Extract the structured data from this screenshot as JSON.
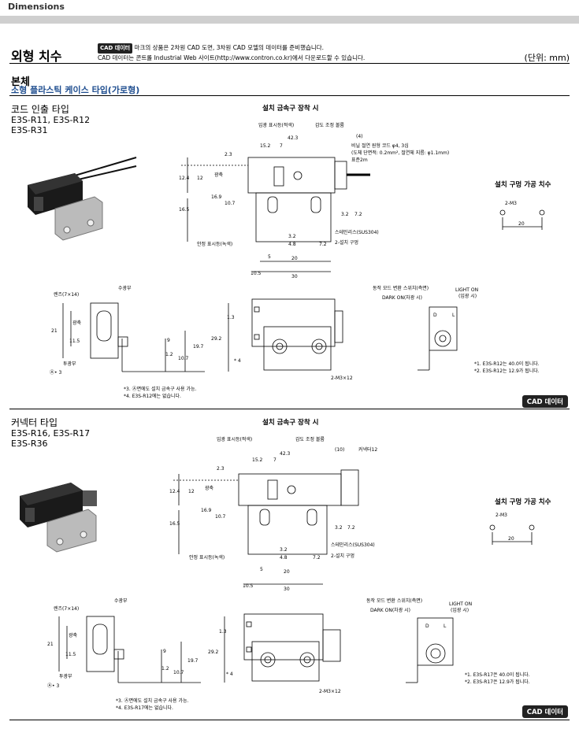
{
  "header": {
    "title": "Dimensions"
  },
  "heading": {
    "title": "외형 치수",
    "badge": "CAD 데이터",
    "note_line1": "마크의 상품은 2차원 CAD 도면, 3차원 CAD 모델의 데이터를 준비했습니다.",
    "note_line2": "CAD 데이터는 콘트롤 Industrial Web 사이트(http://www.contron.co.kr)에서 다운로드할 수 있습니다.",
    "unit": "(단위: mm)"
  },
  "body_heading": {
    "main": "본체",
    "sub": "소형 플라스틱 케이스 타입(가로형)"
  },
  "section1": {
    "title": "코드 인출 타입",
    "models": [
      "E3S-R11, E3S-R12",
      "E3S-R31"
    ],
    "mount_caption": "설치 금속구 장착 시",
    "hole_caption": "설치 구멍 가공 치수",
    "labels": {
      "incident": "입광 표시등(적색)",
      "sens": "감도 조정 볼륨",
      "cable": "비닐 절연 원형 코드 φ4, 3심",
      "cable2": "(도체 단면적: 0.2mm², 절연체 지름: φ1.1mm)",
      "std": "표준2m",
      "axis": "광축",
      "stable": "안정 표시등(녹색)",
      "stainless": "스테인리스(SUS304)",
      "holes2": "2-설치 구멍",
      "m3": "2-M3",
      "lens": "렌즈(7×14)",
      "recv": "수광부",
      "emit": "투광부",
      "mode": "동작 모드 변환 스위치(측면)",
      "dark": "DARK ON(차광 시)",
      "light": "LIGHT ON",
      "light2": "(입광 시)",
      "m3x12": "2-M3×12",
      "a3": "Ⓐ• 3"
    },
    "dims": {
      "d42": "42.3",
      "d15": "15.2",
      "d7": "7",
      "d4": "(4)",
      "d23": "2.3",
      "d124": "12.4",
      "d12": "12",
      "d169": "16.9",
      "d107": "10.7",
      "d165": "16.5",
      "d32": "3.2",
      "d72": "7.2",
      "d48": "4.8",
      "d5": "5",
      "d20": "20",
      "d105": "10.5",
      "d30": "30",
      "d21": "21",
      "d115": "11.5",
      "d9": "9",
      "d197": "19.7",
      "d292": "29.2",
      "d12b": "1.2",
      "d107b": "10.7",
      "d13": "1.3",
      "d20h": "20"
    },
    "star_notes": [
      "*3. Ⓐ면에도 설치 금속구 사용 가능.",
      "*4. E3S-R12에는 없습니다."
    ],
    "foot_notes": [
      "*1. E3S-R12는 40.0이 됩니다.",
      "*2. E3S-R12는 12.9가 됩니다."
    ],
    "cad": "CAD 데이터"
  },
  "section2": {
    "title": "커넥터 타입",
    "models": [
      "E3S-R16, E3S-R17",
      "E3S-R36"
    ],
    "mount_caption": "설치 금속구 장착 시",
    "hole_caption": "설치 구멍 가공 치수",
    "labels": {
      "incident": "입광 표시등(적색)",
      "sens": "감도 조정 볼륨",
      "connector": "커넥터12",
      "d10": "(10)",
      "axis": "광축",
      "stable": "안정 표시등(녹색)",
      "stainless": "스테인리스(SUS304)",
      "holes2": "2-설치 구멍",
      "m3": "2-M3",
      "lens": "렌즈(7×14)",
      "recv": "수광부",
      "emit": "투광부",
      "mode": "동작 모드 변환 스위치(측면)",
      "dark": "DARK ON(차광 시)",
      "light": "LIGHT ON",
      "light2": "(입광 시)",
      "m3x12": "2-M3×12",
      "a3": "Ⓐ• 3"
    },
    "star_notes": [
      "*3. Ⓐ면에도 설치 금속구 사용 가능.",
      "*4. E3S-R17에는 없습니다."
    ],
    "foot_notes": [
      "*1. E3S-R17은 40.0이 됩니다.",
      "*2. E3S-R17은 12.9가 됩니다."
    ],
    "cad": "CAD 데이터"
  },
  "colors": {
    "accent": "#1e4d8f",
    "band": "#cfcfcf",
    "badge": "#222222"
  }
}
